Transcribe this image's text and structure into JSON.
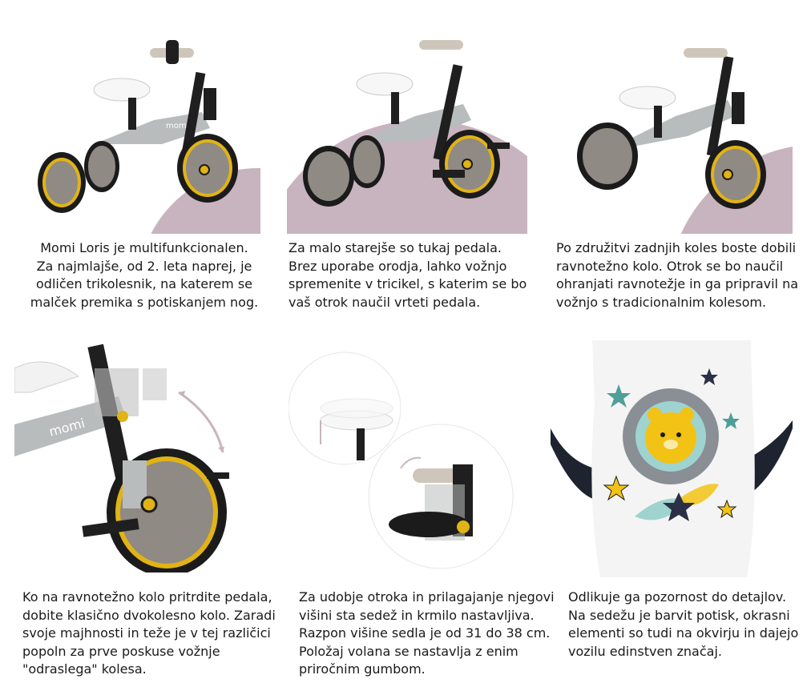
{
  "captions": {
    "c1": {
      "lines": [
        "Momi Loris je multifunkcionalen.",
        "Za najmlajše, od 2. leta naprej, je",
        "odličen trikolesnik, na katerem se",
        "malček premika s potiskanjem nog."
      ],
      "align": "center"
    },
    "c2": {
      "lines": [
        "Za malo starejše so tukaj pedala.",
        "Brez uporabe orodja, lahko vožnjo",
        "spremenite v tricikel, s katerim se bo",
        "vaš otrok naučil vrteti pedala."
      ],
      "align": "left"
    },
    "c3": {
      "lines": [
        "Po združitvi zadnjih koles boste dobili",
        "ravnotežno kolo. Otrok se bo naučil",
        "ohranjati ravnotežje in ga pripravil na",
        "vožnjo s tradicionalnim kolesom."
      ],
      "align": "left"
    },
    "c4": {
      "lines": [
        "Ko na ravnotežno kolo pritrdite pedala,",
        "dobite klasično dvokolesno kolo. Zaradi",
        "svoje majhnosti in teže je v tej različici",
        "popoln za prve poskuse vožnje",
        "\"odraslega\" kolesa."
      ],
      "align": "left"
    },
    "c5": {
      "lines": [
        "Za udobje otroka in prilagajanje njegovi",
        "višini sta sedež in krmilo nastavljiva.",
        "Razpon višine sedla je od 31 do 38 cm.",
        "Položaj volana se nastavlja z enim",
        "priročnim gumbom."
      ],
      "align": "left"
    },
    "c6": {
      "lines": [
        "Odlikuje ga pozornost do detajlov.",
        "Na sedežu je barvit potisk, okrasni",
        "elementi so tudi na okvirju in dajejo",
        "vozilu edinstven značaj."
      ],
      "align": "left"
    }
  },
  "brand_mark": "momi",
  "colors": {
    "background_panel": "#e8e8e8",
    "accent_mauve": "#c8b4bf",
    "frame_grey": "#b9bcbc",
    "tire_dark": "#1b1b1b",
    "rim_yellow": "#e2b315",
    "hub_taupe": "#8f8a84",
    "grip_beige": "#cfc6bb",
    "seat_white": "#f7f7f7"
  },
  "icons": {
    "photo1": "tricycle-icon",
    "photo2": "pedal-tricycle-icon",
    "photo3": "balance-bike-icon",
    "photo4": "pedal-closeup-icon",
    "photo5": "adjustable-seat-icon",
    "photo6": "seat-print-icon"
  }
}
